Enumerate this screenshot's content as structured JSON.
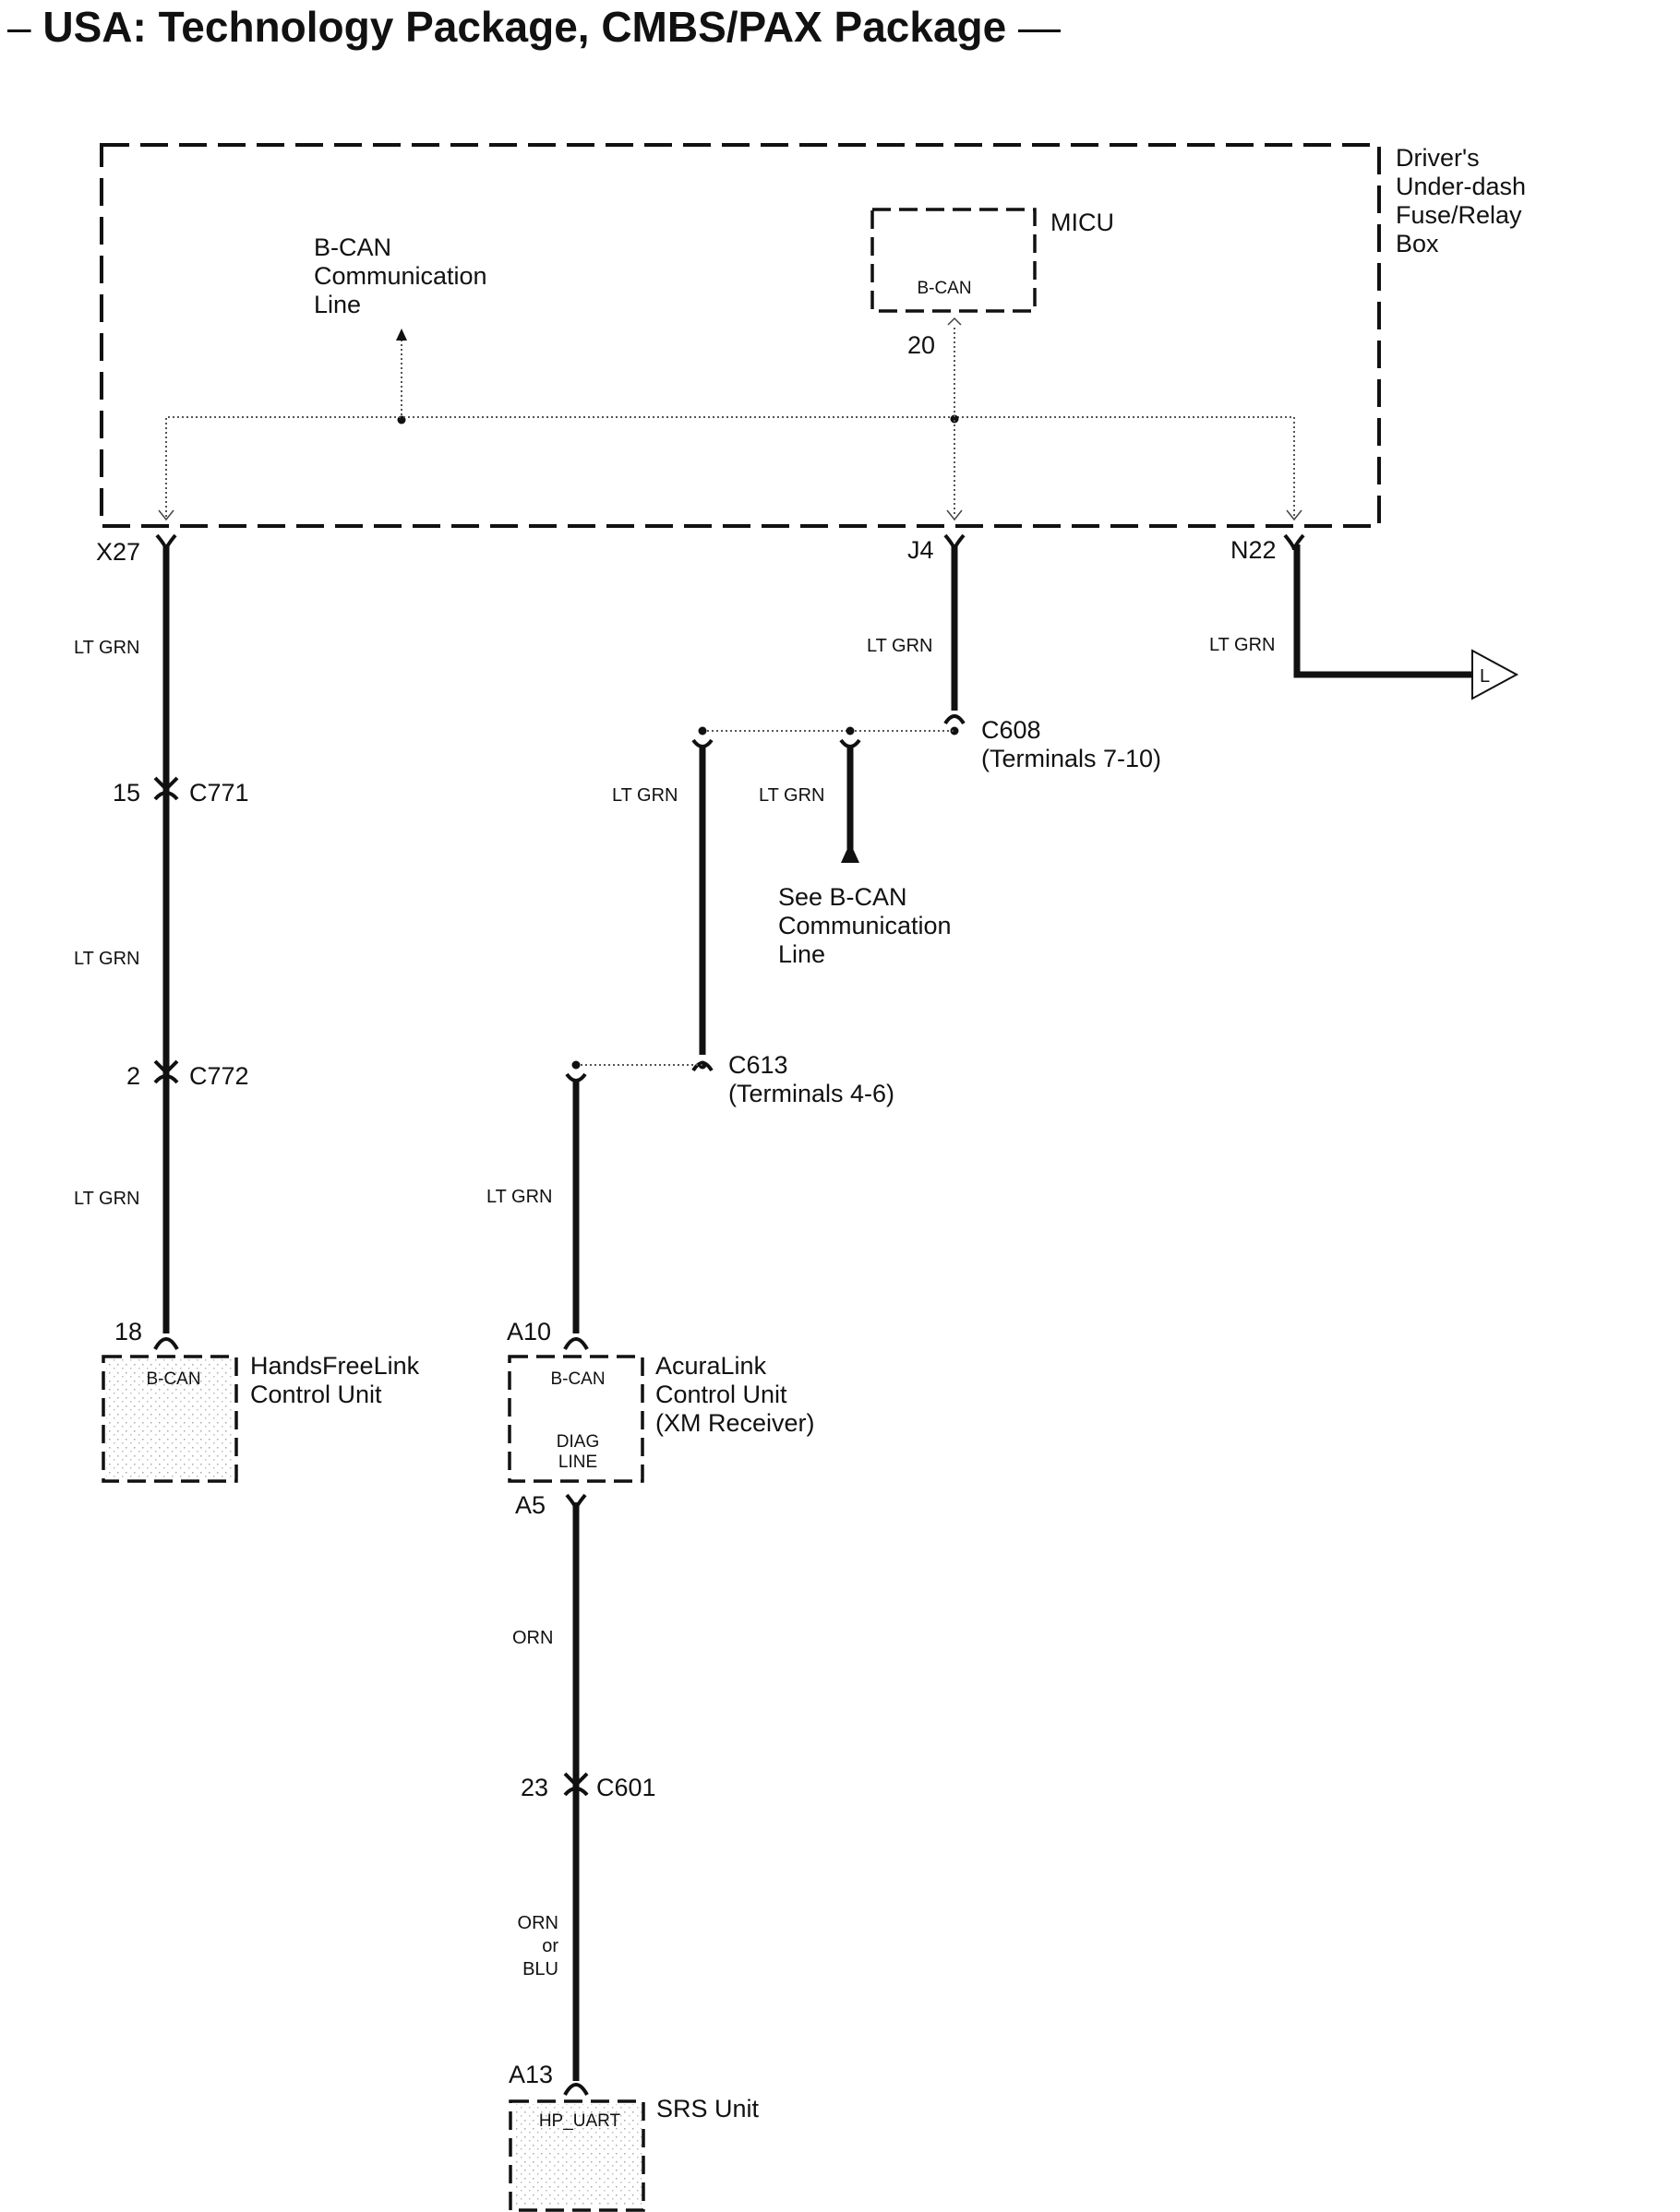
{
  "title": {
    "prefix": "–",
    "text": "USA: Technology Package, CMBS/PAX Package",
    "suffix": "—"
  },
  "fuse_box": {
    "label_lines": [
      "Driver's",
      "Under-dash",
      "Fuse/Relay",
      "Box"
    ],
    "bcan_line_label": [
      "B-CAN",
      "Communication",
      "Line"
    ]
  },
  "micu": {
    "name": "MICU",
    "inner_label": "B-CAN",
    "pin": "20"
  },
  "terminals": {
    "x27": "X27",
    "j4": "J4",
    "n22": "N22"
  },
  "offpage": {
    "letter": "L"
  },
  "wire_colors": {
    "x27_c771": "LT GRN",
    "c771_c772": "LT GRN",
    "c772_hfl": "LT GRN",
    "j4_c608": "LT GRN",
    "n22_offpage": "LT GRN",
    "c608_c613": "LT GRN",
    "c608_bcan": "LT GRN",
    "c613_acuralink": "LT GRN",
    "a5_c601": "ORN",
    "c601_srs": [
      "ORN",
      "or",
      "BLU"
    ]
  },
  "connectors": {
    "c771": {
      "name": "C771",
      "pin": "15"
    },
    "c772": {
      "name": "C772",
      "pin": "2"
    },
    "c608": {
      "name": "C608",
      "note": "(Terminals 7-10)"
    },
    "c613": {
      "name": "C613",
      "note": "(Terminals 4-6)"
    },
    "c601": {
      "name": "C601",
      "pin": "23"
    }
  },
  "see_bcan": [
    "See B-CAN",
    "Communication",
    "Line"
  ],
  "hfl_unit": {
    "pin": "18",
    "inner_label": "B-CAN",
    "name_lines": [
      "HandsFreeLink",
      "Control Unit"
    ]
  },
  "acuralink_unit": {
    "pin_top": "A10",
    "pin_bottom": "A5",
    "inner_top": "B-CAN",
    "inner_bottom": [
      "DIAG",
      "LINE"
    ],
    "name_lines": [
      "AcuraLink",
      "Control Unit",
      "(XM Receiver)"
    ]
  },
  "srs_unit": {
    "pin": "A13",
    "inner_label": "HP_UART",
    "name": "SRS Unit"
  }
}
